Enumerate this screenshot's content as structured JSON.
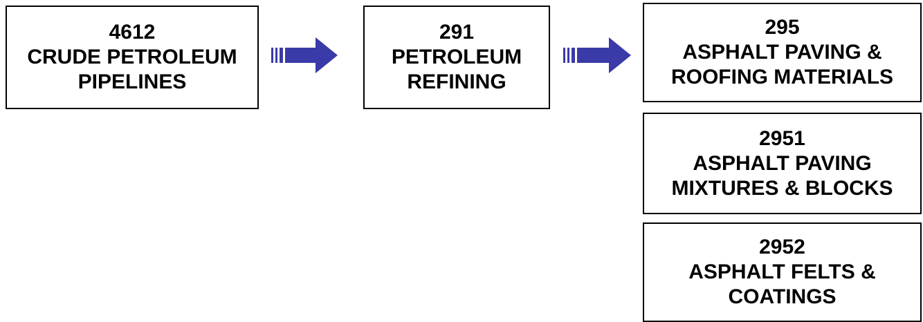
{
  "boxes": {
    "crude": {
      "code": "4612",
      "line1": "CRUDE PETROLEUM",
      "line2": "PIPELINES"
    },
    "refining": {
      "code": "291",
      "line1": "PETROLEUM",
      "line2": "REFINING"
    },
    "asphalt_paving_roofing": {
      "code": "295",
      "line1": "ASPHALT PAVING &",
      "line2": "ROOFING MATERIALS"
    },
    "asphalt_paving_mixtures": {
      "code": "2951",
      "line1": "ASPHALT PAVING",
      "line2": "MIXTURES & BLOCKS"
    },
    "asphalt_felts": {
      "code": "2952",
      "line1": "ASPHALT FELTS &",
      "line2": "COATINGS"
    }
  },
  "colors": {
    "arrow": "#3a3aa8",
    "border": "#000000",
    "text": "#000000"
  }
}
